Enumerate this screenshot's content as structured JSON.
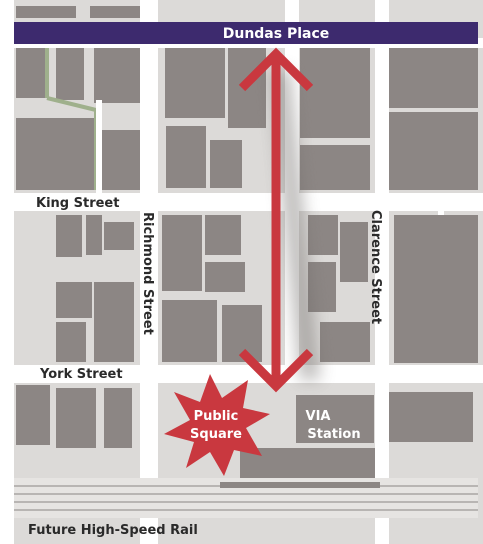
{
  "colors": {
    "ground": "#dcdad8",
    "road": "#ffffff",
    "building": "#8c8684",
    "banner": "#3d2a6e",
    "arrow": "#c9383f",
    "star": "#c9383f",
    "rail": "#b8b5b3",
    "park_path": "#9fb08c"
  },
  "streets": {
    "top_banner": "Dundas Place",
    "king": "King Street",
    "york": "York Street",
    "richmond": "Richmond Street",
    "clarence": "Clarence Street",
    "rail": "Future High-Speed Rail"
  },
  "landmarks": {
    "public_square_line1": "Public",
    "public_square_line2": "Square",
    "via_line1": "VIA",
    "via_line2": "Station"
  },
  "icons": {
    "double_arrow": "double-headed-arrow-icon",
    "star": "starburst-icon"
  }
}
